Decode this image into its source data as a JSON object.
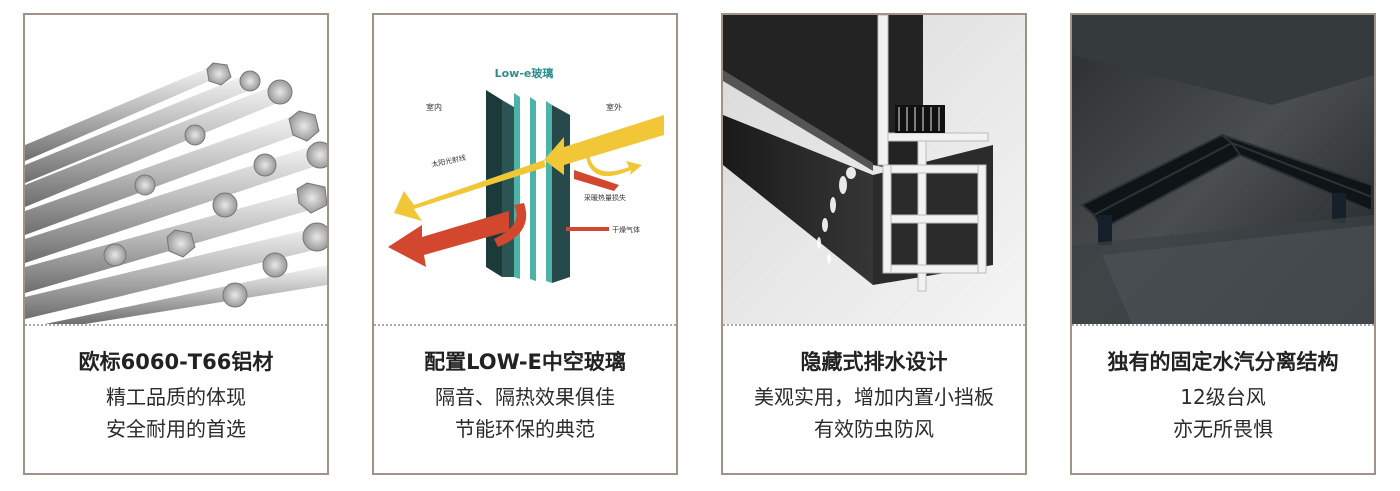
{
  "cards": [
    {
      "title": "欧标6060-T66铝材",
      "lines": [
        "精工品质的体现",
        "安全耐用的首选"
      ],
      "image_icon": "aluminum-bars"
    },
    {
      "title": "配置LOW-E中空玻璃",
      "lines": [
        "隔音、隔热效果俱佳",
        "节能环保的典范"
      ],
      "image_icon": "lowe-glass-diagram",
      "diagram": {
        "heading": "Low-e玻璃",
        "indoor": "室内",
        "outdoor": "室外",
        "solar": "太阳光射线",
        "heat_loss": "采暖热量损失",
        "dry_gas": "干燥气体"
      }
    },
    {
      "title": "隐藏式排水设计",
      "lines": [
        "美观实用，增加内置小挡板",
        "有效防虫防风"
      ],
      "image_icon": "drainage-profile"
    },
    {
      "title": "独有的固定水汽分离结构",
      "lines": [
        "12级台风",
        "亦无所畏惧"
      ],
      "image_icon": "seal-structure"
    }
  ],
  "colors": {
    "border": "#9f9387",
    "arrow_red": "#d2472e",
    "arrow_yellow": "#f2c737",
    "glass": "#3b8c8c"
  }
}
